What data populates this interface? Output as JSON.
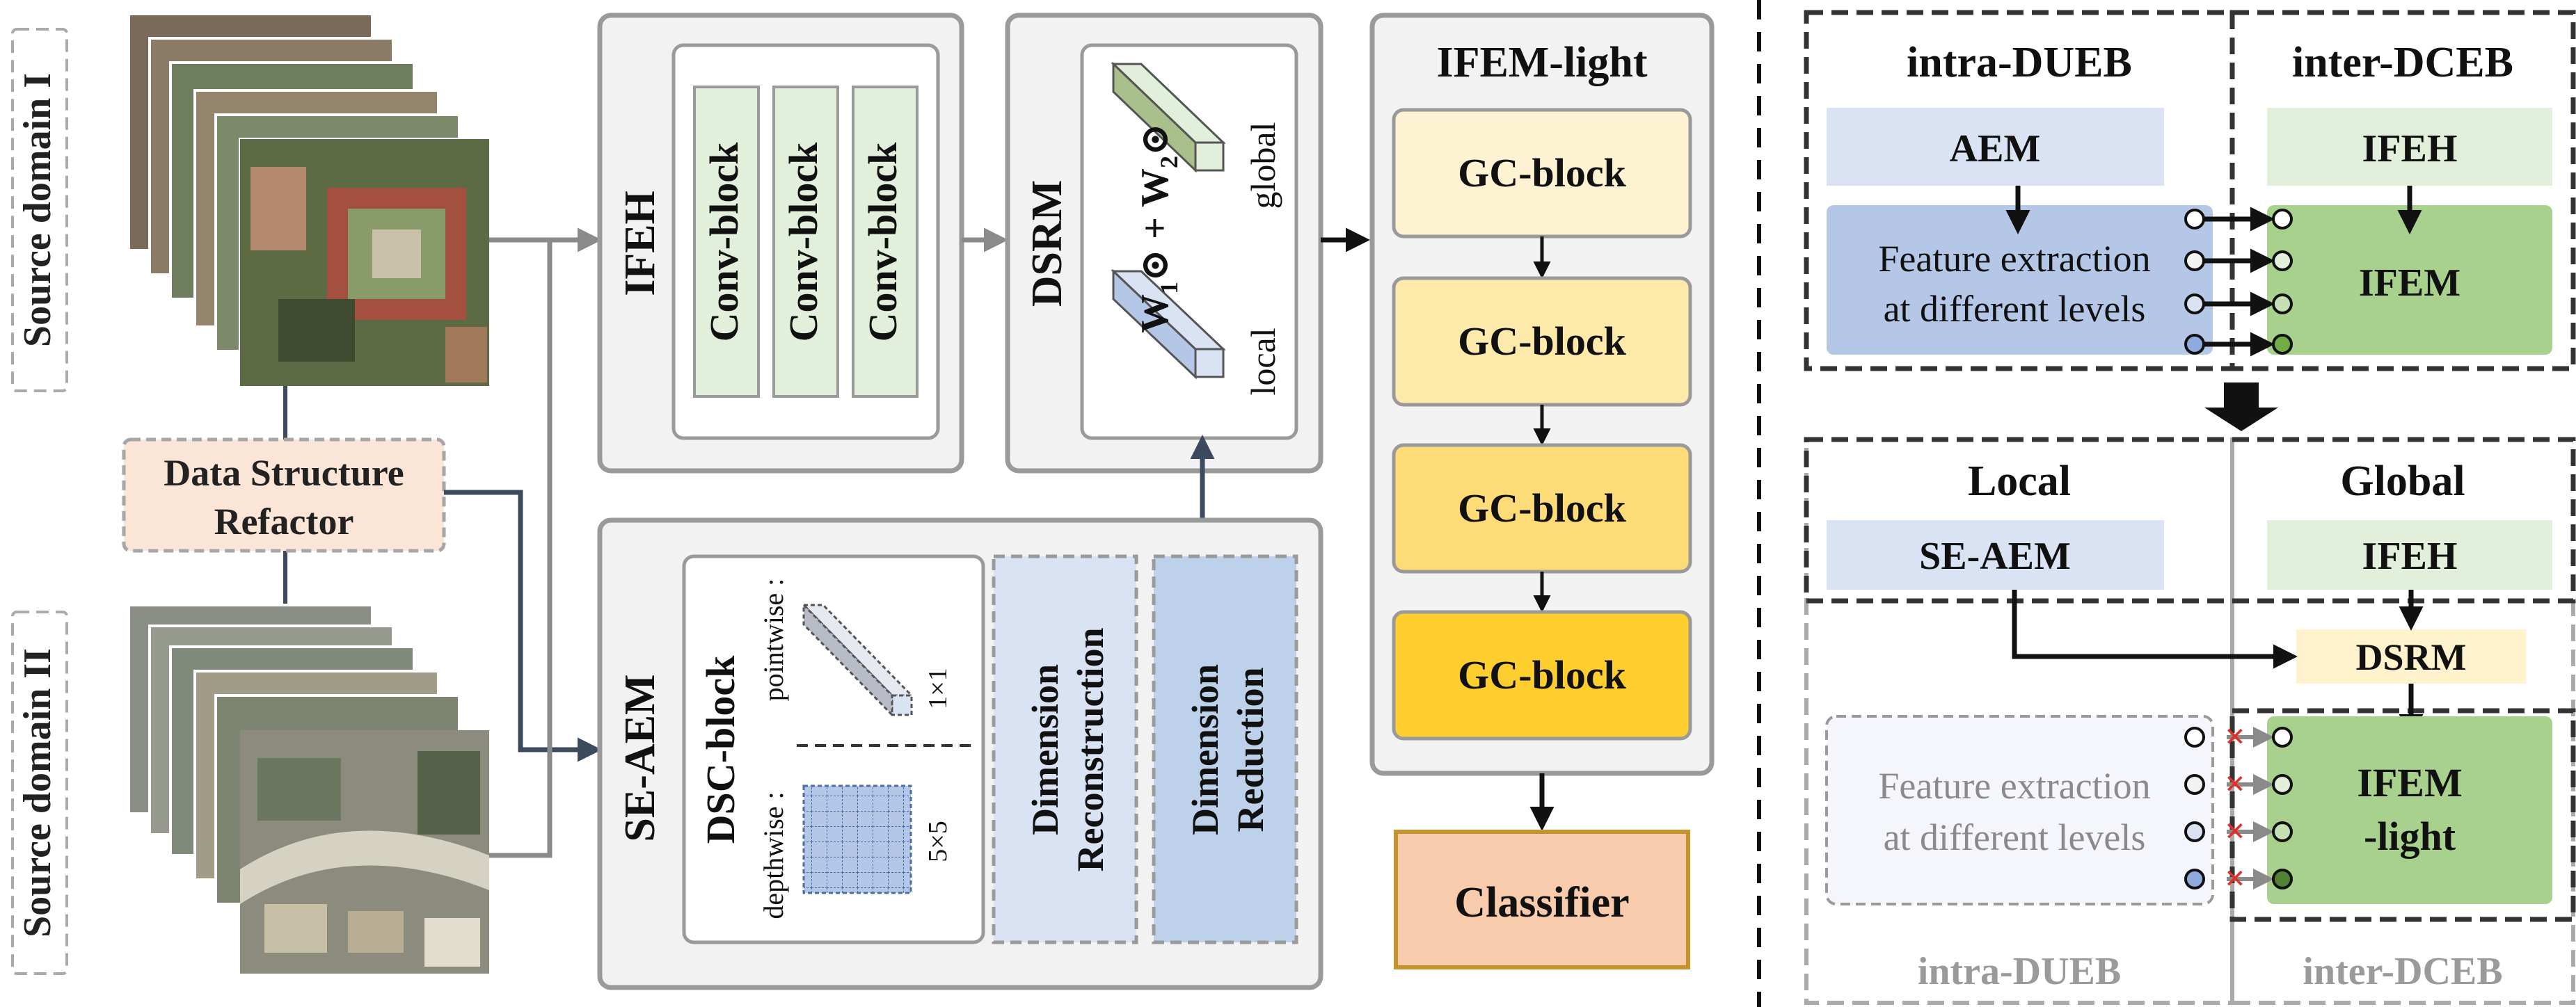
{
  "left": {
    "source_domain_1": "Source domain I",
    "source_domain_2": "Source domain II",
    "refactor_line1": "Data Structure",
    "refactor_line2": "Refactor"
  },
  "ifeh": {
    "title": "IFEH",
    "blocks": [
      "Conv-block",
      "Conv-block",
      "Conv-block"
    ]
  },
  "dsrm": {
    "title": "DSRM",
    "w1": "W",
    "w1_sub": "1",
    "w2": "W",
    "w2_sub": "2",
    "odot": "⊙",
    "plus": "+",
    "global": "global",
    "local": "local"
  },
  "se_aem": {
    "title": "SE-AEM",
    "dsc_title": "DSC-block",
    "pointwise": "pointwise :",
    "depthwise": "depthwise :",
    "k1": "1×1",
    "k5": "5×5",
    "reconstruction_1": "Dimension",
    "reconstruction_2": "Reconstruction",
    "reduction_1": "Dimension",
    "reduction_2": "Reduction"
  },
  "ifem_light": {
    "title": "IFEM-light",
    "blocks": [
      "GC-block",
      "GC-block",
      "GC-block",
      "GC-block"
    ],
    "colors": [
      "#fdf3d3",
      "#fde9a9",
      "#fddc78",
      "#fecd2e"
    ]
  },
  "classifier": "Classifier",
  "right_top": {
    "intra": "intra-DUEB",
    "inter": "inter-DCEB",
    "aem": "AEM",
    "ifeh": "IFEH",
    "feat_line1": "Feature extraction",
    "feat_line2": "at different levels",
    "ifem": "IFEM"
  },
  "right_bottom": {
    "local": "Local",
    "global": "Global",
    "se_aem": "SE-AEM",
    "ifeh": "IFEH",
    "dsrm": "DSRM",
    "feat_line1": "Feature extraction",
    "feat_line2": "at different levels",
    "ifem_line1": "IFEM",
    "ifem_line2": "-light",
    "intra": "intra-DUEB",
    "inter": "inter-DCEB",
    "cross": "×"
  },
  "colors": {
    "box_border": "#9a9a9a",
    "panel_bg": "#f2f2f2",
    "light_green": "#e2efda",
    "mid_green": "#a9d18e",
    "light_blue": "#dae3f3",
    "mid_blue": "#b4c7e7",
    "peach": "#f8cbad",
    "classifier_border": "#c5932b",
    "cross_red": "#e0302a",
    "arrow_dark": "#1a1a1a",
    "line_navy": "#3b4a5c"
  }
}
